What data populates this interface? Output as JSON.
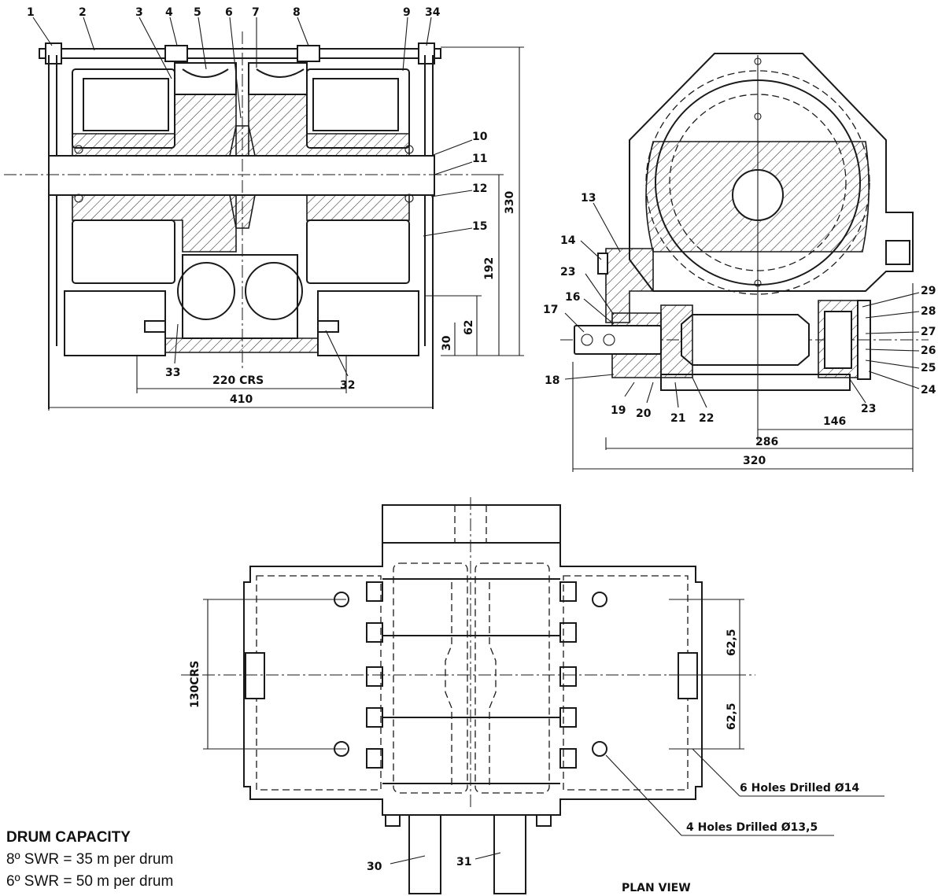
{
  "front_view": {
    "part_labels": [
      "1",
      "2",
      "3",
      "4",
      "5",
      "6",
      "7",
      "8",
      "9",
      "34",
      "10",
      "11",
      "12",
      "15",
      "33",
      "32"
    ],
    "dims": {
      "d330": "330",
      "d192": "192",
      "d62": "62",
      "d30": "30",
      "d220": "220 CRS",
      "d410": "410"
    }
  },
  "side_view": {
    "part_labels": [
      "13",
      "14",
      "23",
      "16",
      "17",
      "18",
      "19",
      "20",
      "21",
      "22",
      "23",
      "29",
      "28",
      "27",
      "26",
      "25",
      "24"
    ],
    "dims": {
      "d146": "146",
      "d286": "286",
      "d320": "320"
    }
  },
  "plan_view": {
    "title": "PLAN VIEW",
    "dims": {
      "d130": "130CRS",
      "d625a": "62,5",
      "d625b": "62,5"
    },
    "notes": {
      "holes6": "6 Holes Drilled Ø14",
      "holes4": "4 Holes Drilled Ø13,5"
    },
    "part_labels": [
      "30",
      "31"
    ]
  },
  "drum_capacity": {
    "heading": "DRUM CAPACITY",
    "line1": "8º SWR = 35 m per drum",
    "line2": "6º SWR = 50 m per drum"
  }
}
